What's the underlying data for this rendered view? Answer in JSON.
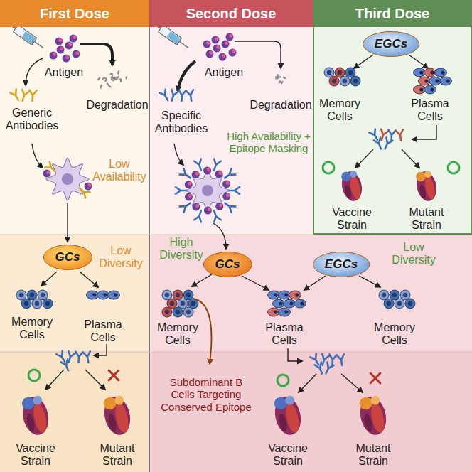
{
  "diagram": {
    "nodes": [
      {
        "text": [
          "First Dose"
        ]
      },
      {
        "text": [
          "Second Dose"
        ]
      },
      {
        "text": [
          "Third Dose"
        ]
      },
      {
        "text": [
          "GCs"
        ]
      },
      {
        "text": [
          "GCs"
        ]
      },
      {
        "text": [
          "EGCs"
        ]
      },
      {
        "text": [
          "EGCs"
        ]
      }
    ],
    "labels": [
      "Antigen",
      "Degradation",
      "Generic Antibodies",
      "Low Availability",
      "Low Diversity",
      "Memory Cells",
      "Plasma Cells",
      "Vaccine Strain",
      "Mutant Strain",
      "Antigen",
      "Degradation",
      "Specific Antibodies",
      "High Availability + Epitope Masking",
      "High Diversity",
      "Low Diversity",
      "Memory Cells",
      "Plasma Cells",
      "Memory Cells",
      "Subdominant B Cells Targeting Conserved Epitope",
      "Vaccine Strain",
      "Mutant Strain",
      "Memory Cells",
      "Plasma Cells",
      "Vaccine Strain",
      "Mutant Strain"
    ]
  }
}
